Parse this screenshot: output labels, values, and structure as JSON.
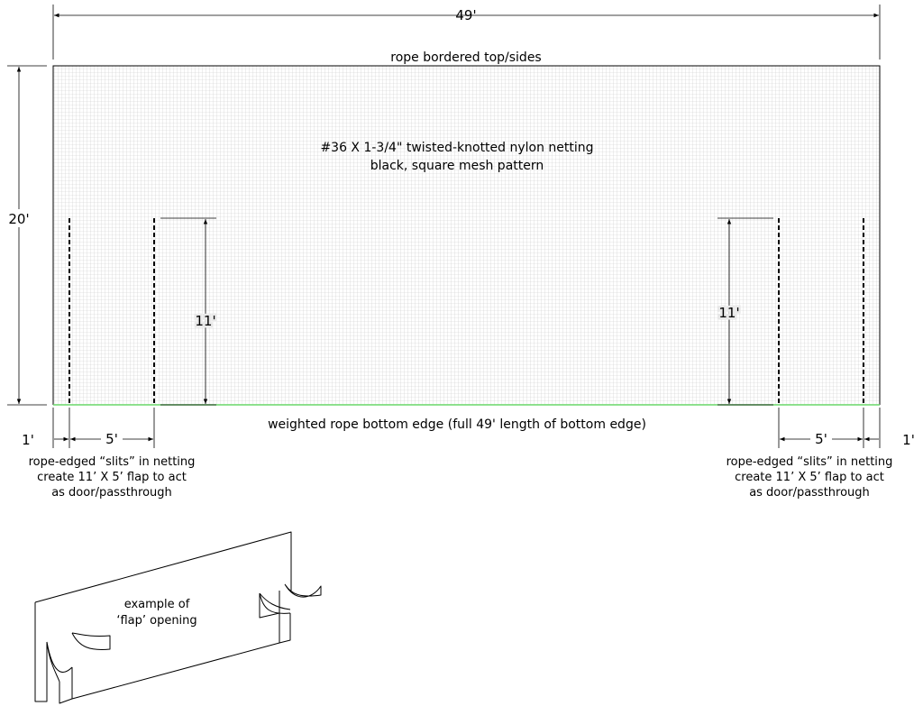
{
  "dimensions": {
    "width": "49'",
    "height": "20'",
    "slit_height_left": "11'",
    "slit_height_right": "11'",
    "left_margin": "1'",
    "left_flap_width": "5'",
    "right_flap_width": "5'",
    "right_margin": "1'"
  },
  "labels": {
    "top_edge": "rope bordered top/sides",
    "netting_line1": "#36 X 1-3/4\" twisted-knotted nylon netting",
    "netting_line2": "black, square mesh pattern",
    "bottom_edge": "weighted rope bottom edge (full 49' length of bottom edge)"
  },
  "slit_notes": {
    "left": [
      "rope-edged “slits” in netting",
      "create 11’ X 5’ flap to act",
      "as door/passthrough"
    ],
    "right": [
      "rope-edged “slits” in netting",
      "create 11’ X 5’ flap to act",
      "as door/passthrough"
    ]
  },
  "example": {
    "line1": "example of",
    "line2": "‘flap’ opening"
  },
  "colors": {
    "mesh": "#c9c9c9",
    "bottom_edge": "#6fdc6f",
    "lines": "#000000"
  }
}
